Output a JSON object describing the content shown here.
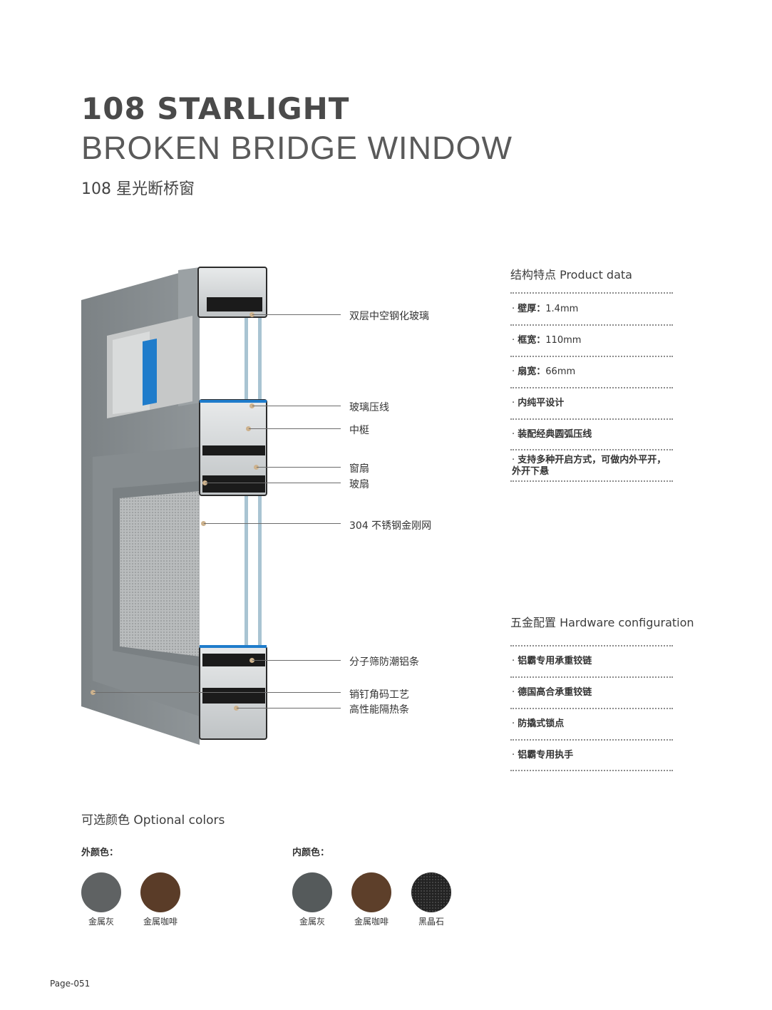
{
  "header": {
    "title_en_bold": "108 STARLIGHT",
    "title_en_light": "BROKEN BRIDGE WINDOW",
    "title_cn": "108 星光断桥窗"
  },
  "callouts": [
    "双层中空钢化玻璃",
    "玻璃压线",
    "中梃",
    "窗扇",
    "玻扇",
    "304 不锈钢金刚网",
    "分子筛防潮铝条",
    "销钉角码工艺",
    "高性能隔热条"
  ],
  "product_data": {
    "title": "结构特点 Product data",
    "items": [
      {
        "label": "壁厚：",
        "value": "1.4mm"
      },
      {
        "label": "框宽：",
        "value": "110mm"
      },
      {
        "label": "扇宽：",
        "value": "66mm"
      },
      {
        "label": "内纯平设计",
        "value": ""
      },
      {
        "label": "装配经典圆弧压线",
        "value": ""
      },
      {
        "label": "支持多种开启方式，可做内外平开，外开下悬",
        "value": ""
      }
    ]
  },
  "hardware": {
    "title": "五金配置 Hardware configuration",
    "items": [
      "铝霸专用承重铰链",
      "德国高合承重铰链",
      "防撬式锁点",
      "铝霸专用执手"
    ]
  },
  "colors": {
    "title": "可选颜色  Optional colors",
    "outer_label": "外颜色：",
    "inner_label": "内颜色：",
    "outer": [
      {
        "name": "金属灰",
        "hex": "#5f6263"
      },
      {
        "name": "金属咖啡",
        "hex": "#5a3c28"
      }
    ],
    "inner": [
      {
        "name": "金属灰",
        "hex": "#555a5b"
      },
      {
        "name": "金属咖啡",
        "hex": "#5d3f2a"
      },
      {
        "name": "黑晶石",
        "hex": "#232323"
      }
    ]
  },
  "footer": {
    "page": "Page-051"
  }
}
